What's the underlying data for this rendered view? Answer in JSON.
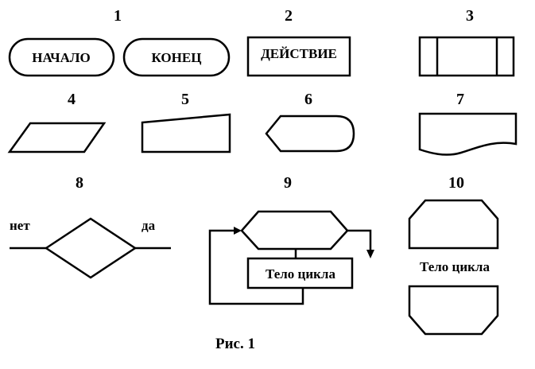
{
  "numbers": [
    "1",
    "2",
    "3",
    "4",
    "5",
    "6",
    "7",
    "8",
    "9",
    "10"
  ],
  "labels": {
    "start": "НАЧАЛО",
    "end": "КОНЕЦ",
    "action": "ДЕЙСТВИЕ",
    "no": "нет",
    "yes": "да",
    "loop_body_9": "Тело цикла",
    "loop_body_10": "Тело цикла"
  },
  "caption": "Рис. 1"
}
